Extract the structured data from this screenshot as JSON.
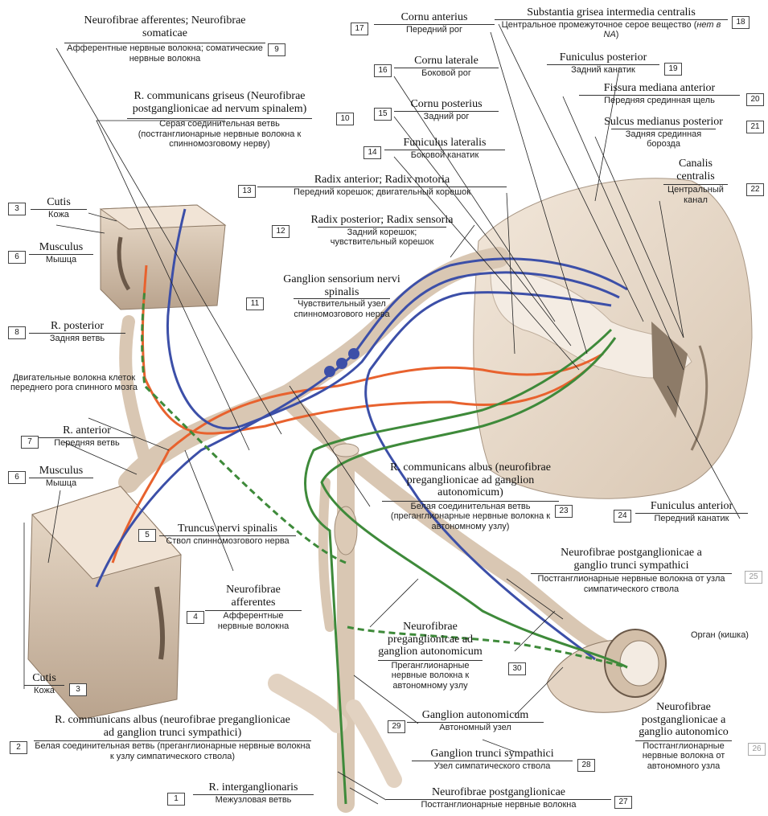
{
  "labels": {
    "l1": {
      "num": "1",
      "lat": "R. interganglionaris",
      "rus": "Межузловая ветвь"
    },
    "l2": {
      "num": "2",
      "lat": "R. communicans albus (neurofibrae preganglionicae ad ganglion trunci sympathici)",
      "rus": "Белая соединительная ветвь (преганглионарные нервные волокна к узлу симпатического ствола)"
    },
    "l3a": {
      "num": "3",
      "lat": "Cutis",
      "rus": "Кожа"
    },
    "l3b": {
      "num": "3",
      "lat": "Cutis",
      "rus": "Кожа"
    },
    "l4": {
      "num": "4",
      "lat": "Neurofibrae afferentes",
      "rus": "Афферентные нервные волокна"
    },
    "l5": {
      "num": "5",
      "lat": "Truncus nervi spinalis",
      "rus": "Ствол спинномозгового нерва"
    },
    "l6a": {
      "num": "6",
      "lat": "Musculus",
      "rus": "Мышца"
    },
    "l6b": {
      "num": "6",
      "lat": "Musculus",
      "rus": "Мышца"
    },
    "l7": {
      "num": "7",
      "lat": "R. anterior",
      "rus": "Передняя ветвь"
    },
    "l8": {
      "num": "8",
      "lat": "R. posterior",
      "rus": "Задняя ветвь"
    },
    "l8x": {
      "rus": "Двигательные волокна клеток переднего рога спинного мозга"
    },
    "l9": {
      "num": "9",
      "lat": "Neurofibrae afferentes; Neurofibrae somaticae",
      "rus": "Афферентные нервные волокна; соматические нервные волокна"
    },
    "l10": {
      "num": "10",
      "lat": "R. communicans griseus (Neurofibrae postganglionicae ad nervum spinalem)",
      "rus": "Серая соединительная ветвь (постганглионарные нервные волокна к спинномозговому нерву)"
    },
    "l11": {
      "num": "11",
      "lat": "Ganglion sensorium nervi spinalis",
      "rus": "Чувствительный узел спинномозгового нерва"
    },
    "l12": {
      "num": "12",
      "lat": "Radix posterior; Radix sensoria",
      "rus": "Задний корешок; чувствительный корешок"
    },
    "l13": {
      "num": "13",
      "lat": "Radix anterior; Radix motoria",
      "rus": "Передний корешок; двигательный корешок"
    },
    "l14": {
      "num": "14",
      "lat": "Funiculus lateralis",
      "rus": "Боковой канатик"
    },
    "l15": {
      "num": "15",
      "lat": "Cornu posterius",
      "rus": "Задний рог"
    },
    "l16": {
      "num": "16",
      "lat": "Cornu laterale",
      "rus": "Боковой рог"
    },
    "l17": {
      "num": "17",
      "lat": "Cornu anterius",
      "rus": "Передний рог"
    },
    "l18": {
      "num": "18",
      "lat": "Substantia grisea intermedia centralis",
      "rus_a": "Центральное промежуточное серое вещество (",
      "rus_b": "нет в NA",
      "rus_c": ")"
    },
    "l19": {
      "num": "19",
      "lat": "Funiculus posterior",
      "rus": "Задний канатик"
    },
    "l20": {
      "num": "20",
      "lat": "Fissura mediana anterior",
      "rus": "Передняя срединная щель"
    },
    "l21": {
      "num": "21",
      "lat": "Sulcus medianus posterior",
      "rus": "Задняя срединная борозда"
    },
    "l22": {
      "num": "22",
      "lat": "Canalis centralis",
      "rus": "Центральный канал"
    },
    "l23": {
      "num": "23",
      "lat": "R. communicans albus (neurofibrae preganglionicae ad ganglion autonomicum)",
      "rus": "Белая соединительная ветвь (преганглионарные нервные волокна к автономному узлу)"
    },
    "l24": {
      "num": "24",
      "lat": "Funiculus anterior",
      "rus": "Передний канатик"
    },
    "l25": {
      "num": "25",
      "lat": "Neurofibrae postganglionicae a ganglio trunci sympathici",
      "rus": "Постганглионарные нервные волокна от узла симпатического ствола"
    },
    "l26": {
      "num": "26",
      "lat": "Neurofibrae postganglionicae a ganglio autonomico",
      "rus": "Постганглионарные нервные волокна от автономного узла"
    },
    "l27": {
      "num": "27",
      "lat": "Neurofibrae postganglionicae",
      "rus": "Постганглионарные нервные волокна"
    },
    "l28": {
      "num": "28",
      "lat": "Ganglion trunci sympathici",
      "rus": "Узел симпатического ствола"
    },
    "l29": {
      "num": "29",
      "lat": "Ganglion autonomicum",
      "rus": "Автономный узел"
    },
    "l30": {
      "num": "30",
      "lat": "Neurofibrae preganglionicae ad ganglion autonomicum",
      "rus": "Преганглионарные нервные волокна к автономному узлу"
    },
    "organ": {
      "rus": "Орган (кишка)"
    }
  },
  "colors": {
    "motor": "#e8622e",
    "sensory": "#3c4fa8",
    "autonomic": "#3e8a3a",
    "tissue": "#e9dccd",
    "tissue_shade": "#c9b6a2"
  }
}
